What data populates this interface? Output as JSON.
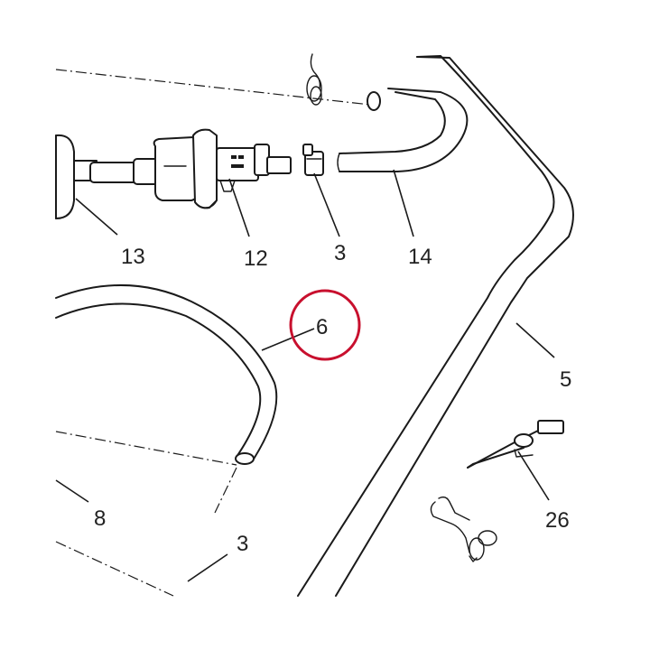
{
  "callouts": {
    "c13": "13",
    "c12": "12",
    "c3_top": "3",
    "c14": "14",
    "c6": "6",
    "c5": "5",
    "c8": "8",
    "c3_bottom": "3",
    "c26": "26"
  },
  "highlight": {
    "target": "6",
    "color": "#c8102e"
  }
}
